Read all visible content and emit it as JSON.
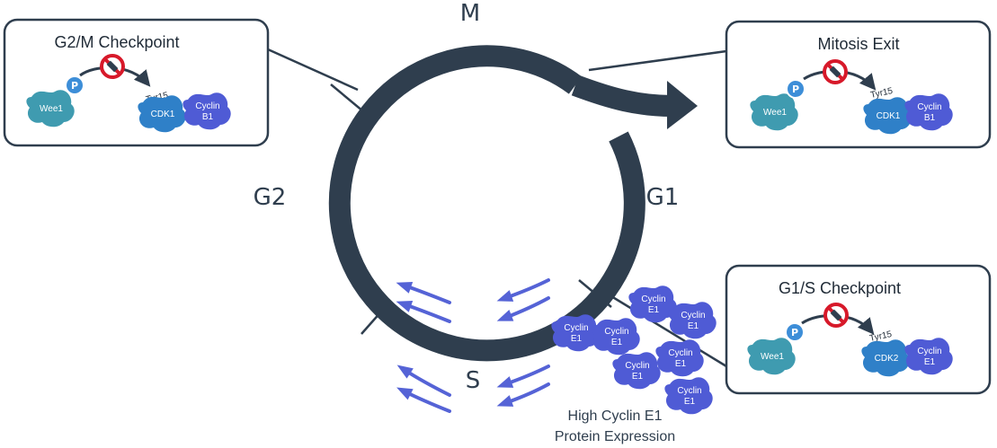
{
  "phases": {
    "m": "M",
    "g1": "G1",
    "g2": "G2",
    "s": "S"
  },
  "panels": {
    "g2m": {
      "title": "G2/M Checkpoint",
      "kinase": "Wee1",
      "residue": "Tyr15",
      "cdk": "CDK1",
      "cyclin_line1": "Cyclin",
      "cyclin_line2": "B1"
    },
    "mitosis_exit": {
      "title": "Mitosis Exit",
      "kinase": "Wee1",
      "residue": "Tyr15",
      "cdk": "CDK1",
      "cyclin_line1": "Cyclin",
      "cyclin_line2": "B1"
    },
    "g1s": {
      "title": "G1/S Checkpoint",
      "kinase": "Wee1",
      "residue": "Tyr15",
      "cdk": "CDK2",
      "cyclin_line1": "Cyclin",
      "cyclin_line2": "E1"
    }
  },
  "phospho_label": "P",
  "cyclin_e1": {
    "line1": "Cyclin",
    "line2": "E1"
  },
  "caption": {
    "line1": "High Cyclin E1",
    "line2": "Protein Expression"
  },
  "colors": {
    "ring": "#2f3e4e",
    "wee1": "#3f9bb0",
    "cdk": "#2f80c8",
    "cyclin": "#4f5bd5",
    "phospho": "#3d8ed8",
    "inhibit": "#d7192a",
    "arrow": "#5563d6"
  }
}
